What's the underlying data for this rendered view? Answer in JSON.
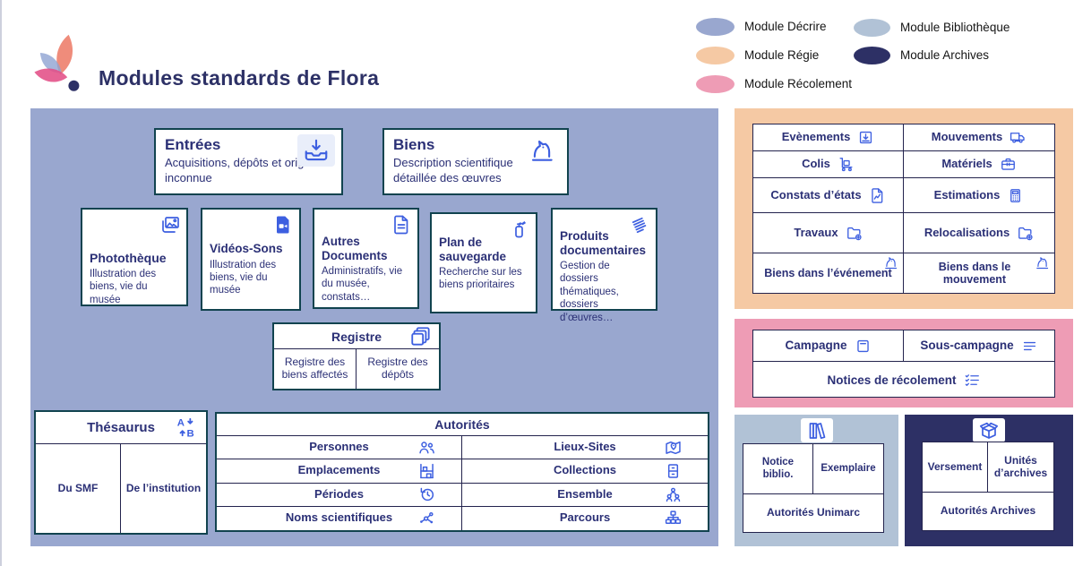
{
  "page": {
    "title": "Modules standards de Flora"
  },
  "legend": {
    "items": [
      {
        "label": "Module Décrire",
        "color": "#99a7cf"
      },
      {
        "label": "Module Régie",
        "color": "#f5c9a4"
      },
      {
        "label": "Module Récolement",
        "color": "#ee9cb5"
      },
      {
        "label": "Module Bibliothèque",
        "color": "#b1c2d6"
      },
      {
        "label": "Module Archives",
        "color": "#2d3065"
      }
    ]
  },
  "decrire": {
    "entrees": {
      "title": "Entrées",
      "subtitle": "Acquisitions, dépôts et origine inconnue",
      "icon": "inbox-download"
    },
    "biens": {
      "title": "Biens",
      "subtitle": "Description scientifique détaillée des œuvres",
      "icon": "horse"
    },
    "media_boxes": [
      {
        "title": "Photothèque",
        "subtitle": "Illustration des biens, vie du musée",
        "icon": "photos"
      },
      {
        "title": "Vidéos-Sons",
        "subtitle": "Illustration des biens, vie du musée",
        "icon": "video-file"
      },
      {
        "title": "Autres Documents",
        "subtitle": "Administratifs, vie du musée, constats…",
        "icon": "doc-file"
      },
      {
        "title": "Plan de sauvegarde",
        "subtitle": "Recherche sur les biens prioritaires",
        "icon": "extinguisher"
      },
      {
        "title": "Produits documentaires",
        "subtitle": "Gestion de dossiers thématiques, dossiers d’œuvres…",
        "icon": "papers"
      }
    ],
    "registre": {
      "title": "Registre",
      "icon": "copies",
      "cells": [
        "Registre des biens affectés",
        "Registre des dépôts"
      ]
    },
    "thesaurus": {
      "title": "Thésaurus",
      "icon": "ab-sort",
      "cells": [
        "Du SMF",
        "De l’institution"
      ]
    },
    "autorites": {
      "title": "Autorités",
      "cells": [
        {
          "label": "Personnes",
          "icon": "people"
        },
        {
          "label": "Lieux-Sites",
          "icon": "map-pin"
        },
        {
          "label": "Emplacements",
          "icon": "shelf"
        },
        {
          "label": "Collections",
          "icon": "drawer"
        },
        {
          "label": "Périodes",
          "icon": "history"
        },
        {
          "label": "Ensemble",
          "icon": "group"
        },
        {
          "label": "Noms scientifiques",
          "icon": "molecule"
        },
        {
          "label": "Parcours",
          "icon": "sitemap"
        }
      ]
    }
  },
  "regie": {
    "cells": [
      {
        "label": "Evènements",
        "icon": "box-in"
      },
      {
        "label": "Mouvements",
        "icon": "truck"
      },
      {
        "label": "Colis",
        "icon": "trolley"
      },
      {
        "label": "Matériels",
        "icon": "toolbox"
      },
      {
        "label": "Constats d’états",
        "icon": "file-chart"
      },
      {
        "label": "Estimations",
        "icon": "calculator"
      },
      {
        "label": "Travaux",
        "icon": "folder-plus"
      },
      {
        "label": "Relocalisations",
        "icon": "folder-plus"
      },
      {
        "label": "Biens dans l’événement",
        "icon": "horse"
      },
      {
        "label": "Biens dans le mouvement",
        "icon": "horse"
      }
    ]
  },
  "recolement": {
    "cells": [
      {
        "label": "Campagne",
        "icon": "bin"
      },
      {
        "label": "Sous-campagne",
        "icon": "lines"
      },
      {
        "label": "Notices de récolement",
        "icon": "checklist"
      }
    ]
  },
  "bibliotheque": {
    "icon": "books",
    "cells": [
      {
        "label": "Notice biblio."
      },
      {
        "label": "Exemplaire"
      },
      {
        "label": "Autorités Unimarc"
      }
    ]
  },
  "archives": {
    "icon": "open-box",
    "cells": [
      {
        "label": "Versement"
      },
      {
        "label": "Unités d’archives"
      },
      {
        "label": "Autorités Archives"
      }
    ]
  }
}
